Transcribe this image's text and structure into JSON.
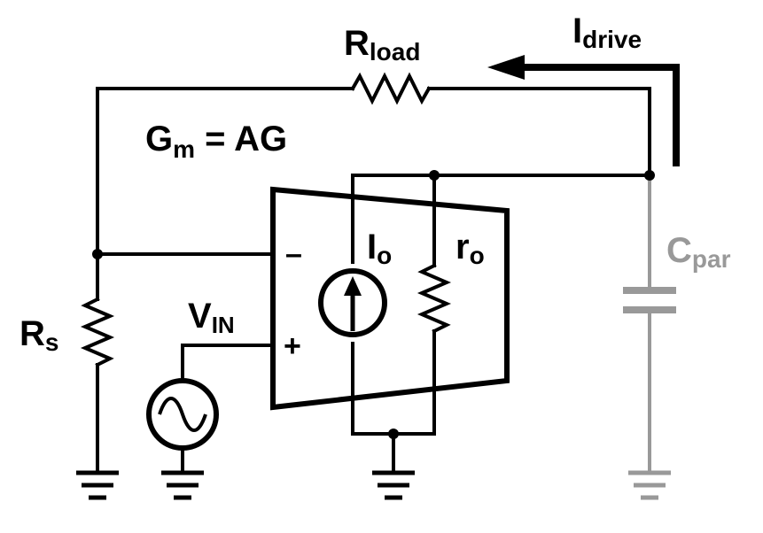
{
  "labels": {
    "r_load_main": "R",
    "r_load_sub": "load",
    "i_drive_main": "I",
    "i_drive_sub": "drive",
    "gm_main": "G",
    "gm_sub": "m",
    "gm_rest": " = AG",
    "io_main": "I",
    "io_sub": "o",
    "ro_main": "r",
    "ro_sub": "o",
    "cpar_main": "C",
    "cpar_sub": "par",
    "rs_main": "R",
    "rs_sub": "s",
    "vin_main": "V",
    "vin_sub": "IN",
    "minus": "–",
    "plus": "+"
  },
  "colors": {
    "wire": "#000000",
    "parasitic": "#999999"
  }
}
